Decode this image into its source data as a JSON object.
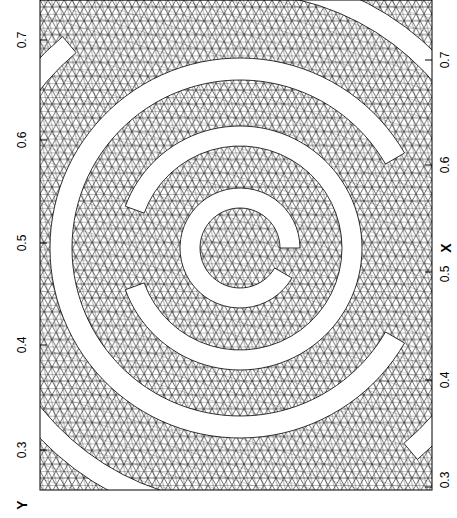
{
  "diagram": {
    "labels": [
      "0.7",
      "0.6",
      "0.5",
      "0.4",
      "0.3",
      "Y",
      "0.7",
      "0.6",
      "X",
      "0.5",
      "0.4",
      "0.3"
    ]
  }
}
